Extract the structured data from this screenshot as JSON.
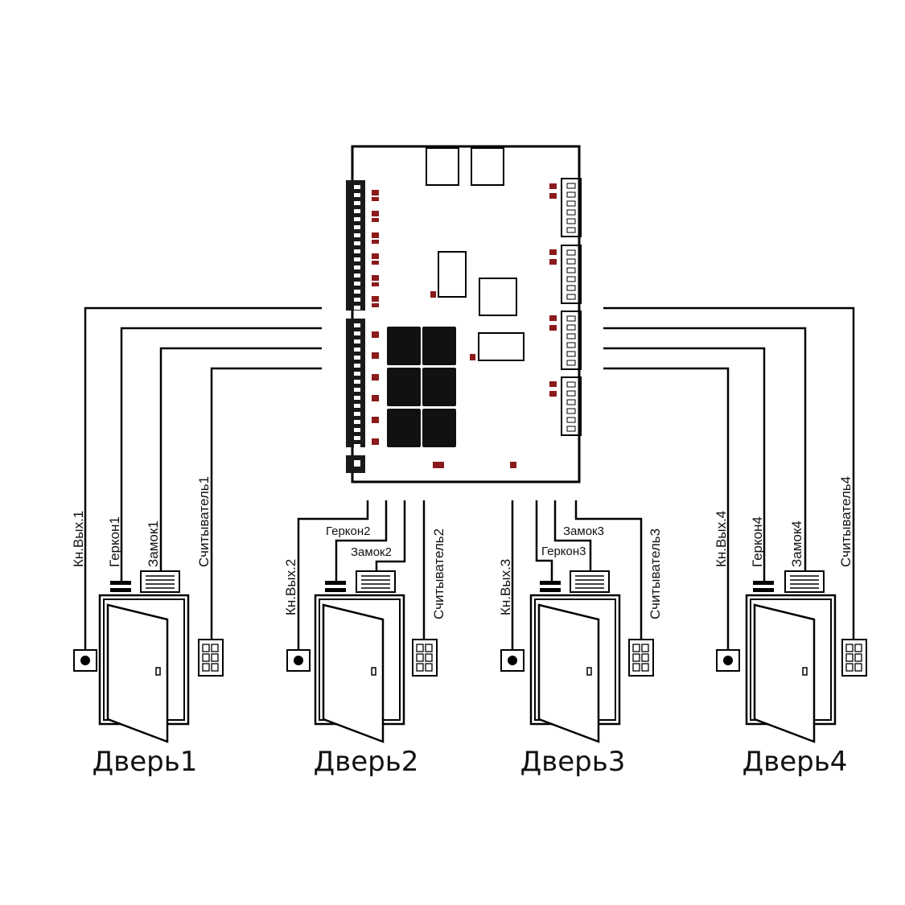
{
  "controller": {
    "name": "controller-board"
  },
  "doors": [
    {
      "title": "Дверь1",
      "exit_button": "Кн.Вых.1",
      "reed": "Геркон1",
      "lock": "Замок1",
      "reader": "Считыватель1"
    },
    {
      "title": "Дверь2",
      "exit_button": "Кн.Вых.2",
      "reed": "Геркон2",
      "lock": "Замок2",
      "reader": "Считыватель2"
    },
    {
      "title": "Дверь3",
      "exit_button": "Кн.Вых.3",
      "reed": "Геркон3",
      "lock": "Замок3",
      "reader": "Считыватель3"
    },
    {
      "title": "Дверь4",
      "exit_button": "Кн.Вых.4",
      "reed": "Геркон4",
      "lock": "Замок4",
      "reader": "Считыватель4"
    }
  ],
  "colors": {
    "line": "#000000",
    "led": "#8b1a1a",
    "background": "#ffffff"
  }
}
